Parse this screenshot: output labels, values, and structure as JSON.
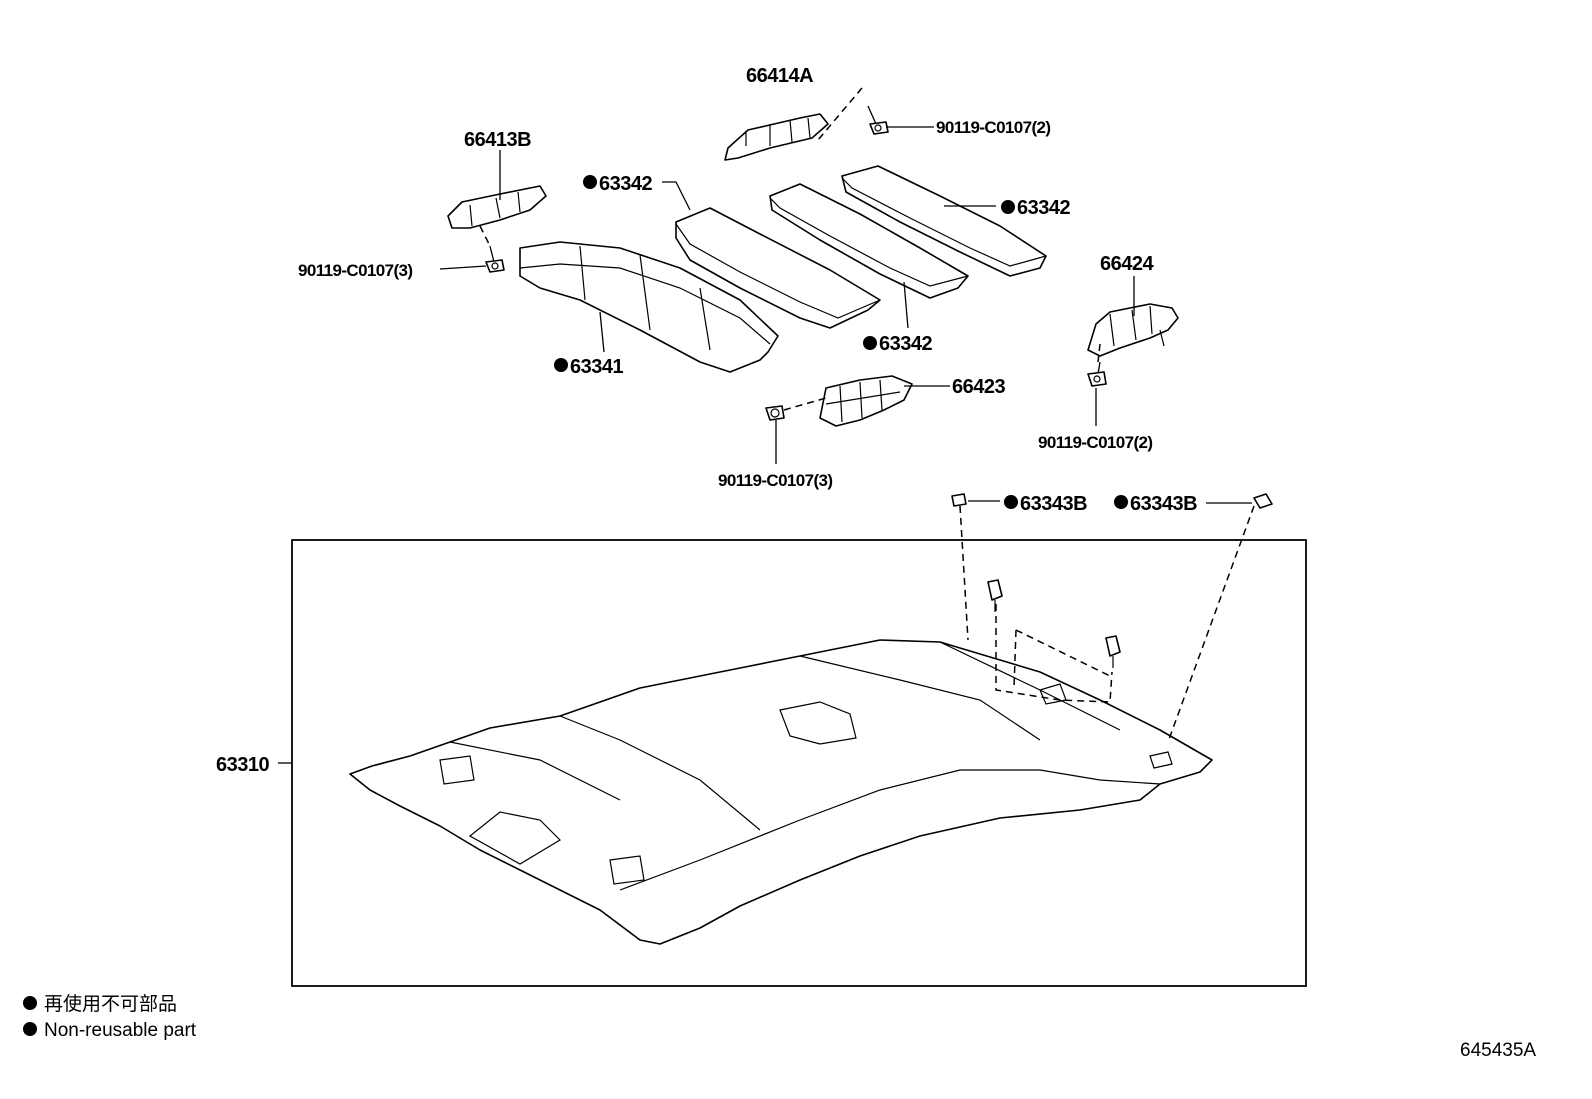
{
  "diagram": {
    "labels": {
      "p66414A": "66414A",
      "p66413B": "66413B",
      "p63342a": "63342",
      "p63342b": "63342",
      "p63342c": "63342",
      "p63341": "63341",
      "p66424": "66424",
      "p66423": "66423",
      "p63343B_left": "63343B",
      "p63343B_right": "63343B",
      "p63310": "63310",
      "bolt_top": "90119-C0107(2)",
      "bolt_left": "90119-C0107(3)",
      "bolt_center": "90119-C0107(3)",
      "bolt_right": "90119-C0107(2)"
    },
    "legend": {
      "line1": "再使用不可部品",
      "line2": "Non-reusable part"
    },
    "figure_id": "645435A"
  }
}
